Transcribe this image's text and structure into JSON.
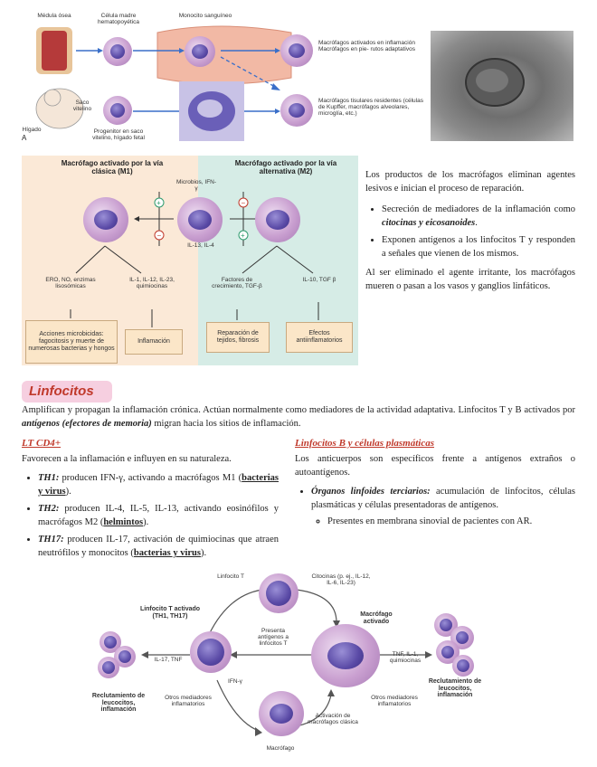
{
  "figA": {
    "labels": {
      "bone_marrow": "Médula ósea",
      "stem_cell": "Célula madre hematopoyética",
      "monocyte_blood": "Monocito sanguíneo",
      "activated_macro": "Macrófagos activados en inflamación Macrófagos en pie- rutos adaptativos",
      "resident_macro": "Macrófagos tisulares residentes (células de Kupffer, macrófagos alveolares, microglía, etc.)",
      "yolk_sac": "Saco vitelino",
      "liver": "Hígado",
      "progenitor": "Progenitor en saco vitelino, hígado fetal",
      "panel_letter": "A"
    }
  },
  "figM": {
    "m1_title": "Macrófago activado por la vía clásica (M1)",
    "m2_title": "Macrófago activado por la vía alternativa (M2)",
    "microbes": "Microbios, IFN-γ",
    "il13": "IL-13, IL-4",
    "m1_prod_1": "ERO, NO, enzimas lisosómicas",
    "m1_prod_2": "IL-1, IL-12, IL-23, quimiocinas",
    "m2_prod_1": "Factores de crecimiento, TGF-β",
    "m2_prod_2": "IL-10, TGF β",
    "box_1": "Acciones microbicidas: fagocitosis y muerte de numerosas bacterias y hongos",
    "box_2": "Inflamación",
    "box_3": "Reparación de tejidos, fibrosis",
    "box_4": "Efectos antiinflamatorios"
  },
  "right_text": {
    "para1": "Los productos de los macrófagos eliminan agentes lesivos e inician el proceso de reparación.",
    "bullet1_a": "Secreción de mediadores de la inflamación como ",
    "bullet1_b": "citocinas y eicosanoides",
    "bullet1_c": ".",
    "bullet2": "Exponen antígenos a los linfocitos T y responden a señales que vienen de los mismos.",
    "para2": "Al ser eliminado el agente irritante, los macrófagos mueren o pasan a los vasos y ganglios linfáticos."
  },
  "linfocitos": {
    "heading": "Linfocitos",
    "intro_a": "Amplifican y propagan la inflamación crónica. Actúan normalmente como mediadores de la actividad adaptativa. Linfocitos T y B activados por ",
    "intro_b": "antígenos (efectores de memoria)",
    "intro_c": " migran hacia los sitios de inflamación."
  },
  "cd4": {
    "title": "LT CD4+",
    "intro": "Favorecen a la inflamación e influyen en su naturaleza.",
    "items": [
      {
        "lead": "TH1:",
        "text": " producen IFN-γ, activando a macrófagos M1 ",
        "link": "bacterias y virus",
        "tail": ")."
      },
      {
        "lead": "TH2:",
        "text": " producen IL-4, IL-5, IL-13, activando eosinófilos y macrófagos M2 ",
        "link": "helmintos",
        "tail": ")."
      },
      {
        "lead": "TH17:",
        "text": " producen IL-17, activación de quimiocinas que atraen neutrófilos y monocitos ",
        "link": "bacterias y virus",
        "tail": ")."
      }
    ]
  },
  "bcells": {
    "title": "Linfocitos B y células plasmáticas",
    "intro": "Los anticuerpos son específicos frente a antígenos extraños o autoantígenos.",
    "item_lead": "Órganos linfoides terciarios:",
    "item_text": " acumulación de linfocitos, células plasmáticas y células presentadoras de antígenos.",
    "sub_item": "Presentes en membrana sinovial de pacientes con AR."
  },
  "figB": {
    "linfocito_t": "Linfocito T",
    "citocinas": "Citocinas (p. ej., IL-12, IL-6, IL-23)",
    "lt_activado": "Linfocito T activado (TH1, TH17)",
    "presenta": "Presenta antígenos a linfocitos T",
    "macro_activado": "Macrófago activado",
    "il17": "IL-17, TNF",
    "ifn": "IFN-γ",
    "tnf": "TNF, IL-1, quimiocinas",
    "reclut_left": "Reclutamiento de leucocitos, inflamación",
    "reclut_right": "Reclutamiento de leucocitos, inflamación",
    "otros_left": "Otros mediadores inflamatorios",
    "otros_right": "Otros mediadores inflamatorios",
    "activacion": "Activación de macrófagos clásica",
    "macrofago": "Macrófago"
  }
}
